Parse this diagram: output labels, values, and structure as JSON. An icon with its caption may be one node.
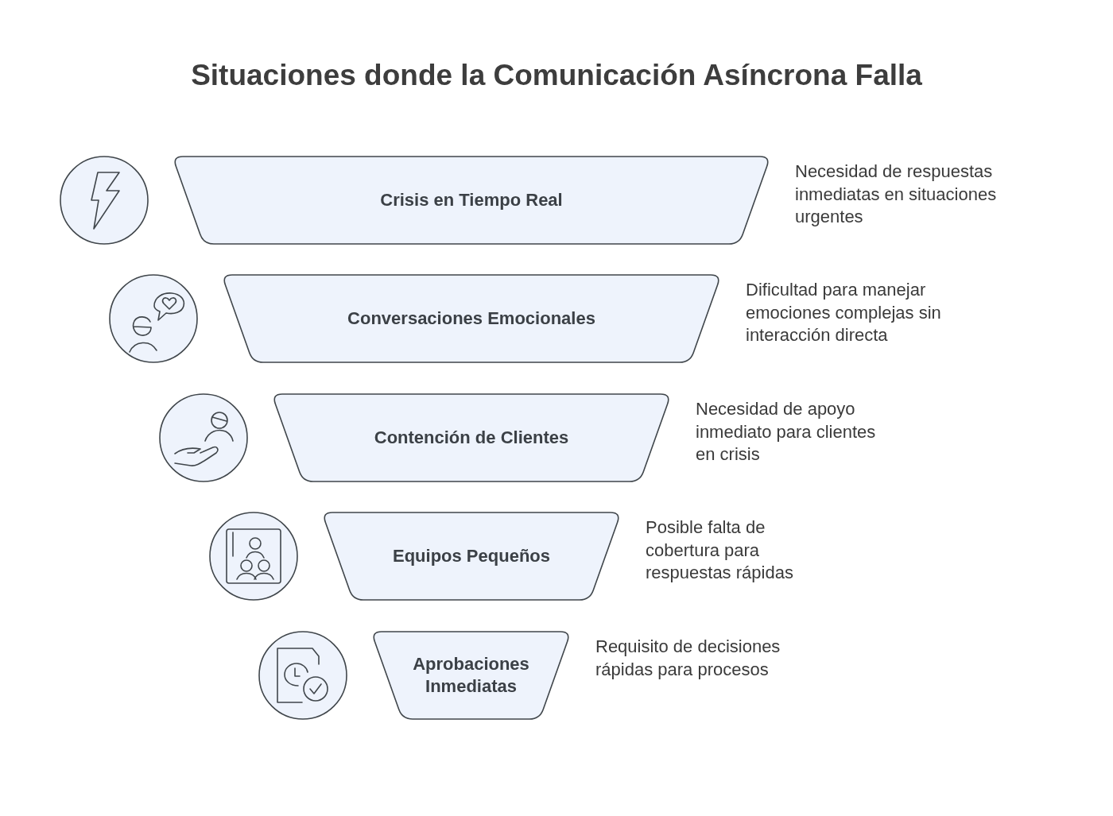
{
  "diagram": {
    "title": "Situaciones donde la Comunicación Asíncrona Falla",
    "nodes": [
      {
        "text": [
          "Crisis en Tiempo Real"
        ],
        "beside": [
          "Necesidad de respuestas inmediatas en situaciones urgentes"
        ]
      },
      {
        "text": [
          "Conversaciones Emocionales"
        ],
        "beside": [
          "Dificultad para manejar emociones complejas sin interacción directa"
        ]
      },
      {
        "text": [
          "Contención de Clientes"
        ],
        "beside": [
          "Necesidad de apoyo inmediato para clientes en crisis"
        ]
      },
      {
        "text": [
          "Equipos Pequeños"
        ],
        "beside": [
          "Posible falta de cobertura para respuestas rápidas"
        ]
      },
      {
        "text": [
          "Aprobaciones Inmediatas"
        ],
        "beside": [
          "Requisito de decisiones rápidas para procesos"
        ]
      }
    ]
  }
}
